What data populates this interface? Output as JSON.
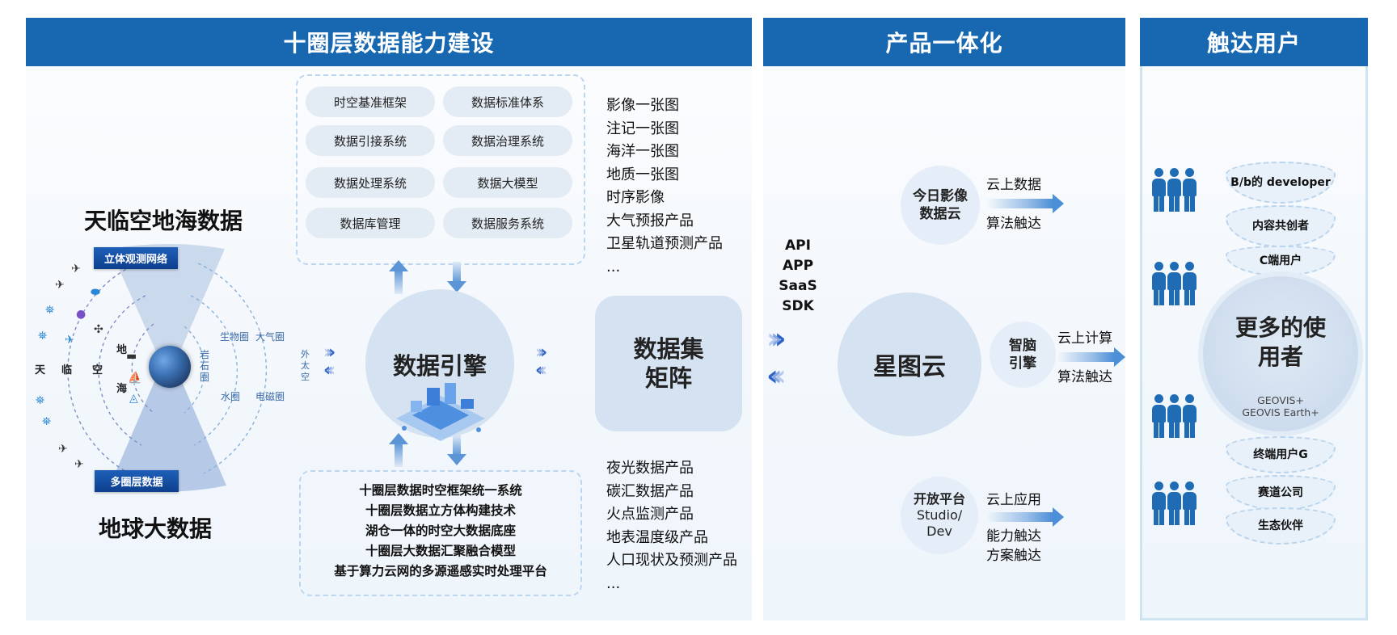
{
  "headers": {
    "capability": "十圈层数据能力建设",
    "product": "产品一体化",
    "reach": "触达用户"
  },
  "earth_diagram": {
    "top_title": "天临空地海数据",
    "bottom_title": "地球大数据",
    "top_badge": "立体观测网络",
    "bottom_badge": "多圈层数据",
    "zones": [
      "天",
      "临",
      "空",
      "地",
      "海"
    ],
    "spheres": {
      "lithosphere": "岩石圈",
      "biosphere": "生物圈",
      "atmosphere": "大气圈",
      "hydrosphere": "水圈",
      "electromagnetic": "电磁圈",
      "outer_space": "外太空"
    },
    "icons": [
      "satellite-icon",
      "airship-icon",
      "balloon-icon",
      "jet-icon",
      "drone-icon",
      "tower-icon",
      "car-icon",
      "ship-icon",
      "buoy-icon"
    ]
  },
  "capability_pills": [
    "时空基准框架",
    "数据标准体系",
    "数据引接系统",
    "数据治理系统",
    "数据处理系统",
    "数据大模型",
    "数据库管理",
    "数据服务系统"
  ],
  "engine": {
    "label": "数据引擎"
  },
  "dataset_matrix": {
    "label": "数据集矩阵",
    "line1": "数据集",
    "line2": "矩阵"
  },
  "products_top": [
    "影像一张图",
    "注记一张图",
    "海洋一张图",
    "地质一张图",
    "时序影像",
    "大气预报产品",
    "卫星轨道预测产品",
    "..."
  ],
  "products_bottom": [
    "夜光数据产品",
    "碳汇数据产品",
    "火点监测产品",
    "地表温度级产品",
    "人口现状及预测产品",
    "..."
  ],
  "tech_stack": [
    "十圈层数据时空框架统一系统",
    "十圈层数据立方体构建技术",
    "湖仓一体的时空大数据底座",
    "十圈层大数据汇聚融合模型",
    "基于算力云网的多源遥感实时处理平台"
  ],
  "product_integration": {
    "interfaces": [
      "API",
      "APP",
      "SaaS",
      "SDK"
    ],
    "core": "星图云",
    "nodes": [
      {
        "name_line1": "今日影像",
        "name_line2": "数据云",
        "out_top": "云上数据",
        "out_bottom": [
          "算法触达"
        ]
      },
      {
        "name_line1": "智脑",
        "name_line2": "引擎",
        "out_top": "云上计算",
        "out_bottom": [
          "算法触达"
        ]
      },
      {
        "name_line1": "开放平台",
        "name_line2": "Studio/",
        "name_line3": "Dev",
        "out_top": "云上应用",
        "out_bottom": [
          "能力触达",
          "方案触达"
        ]
      }
    ]
  },
  "users": {
    "center_title_line1": "更多的使",
    "center_title_line2": "用者",
    "center_sub_line1": "GEOVIS+",
    "center_sub_line2": "GEOVIS Earth+",
    "top_arcs": [
      "B/b的 developer",
      "内容共创者",
      "C端用户"
    ],
    "bottom_arcs": [
      "终端用户G",
      "赛道公司",
      "生态伙伴"
    ],
    "colors": {
      "accent": "#1768b0",
      "people": "#1f6cb4"
    }
  }
}
